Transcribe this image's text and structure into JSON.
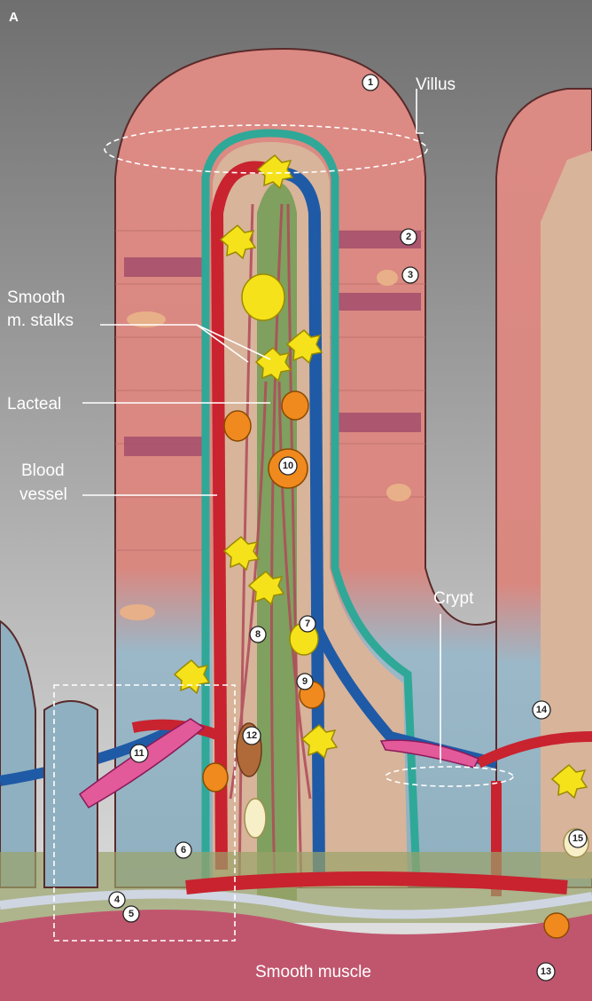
{
  "panel_letter": "A",
  "labels": {
    "villus": "Villus",
    "smooth_stalks_1": "Smooth",
    "smooth_stalks_2": "m. stalks",
    "lacteal": "Lacteal",
    "blood_vessel_1": "Blood",
    "blood_vessel_2": "vessel",
    "crypt": "Crypt",
    "smooth_muscle": "Smooth muscle"
  },
  "markers": [
    "1",
    "2",
    "3",
    "4",
    "5",
    "6",
    "7",
    "8",
    "9",
    "10",
    "11",
    "12",
    "13",
    "14",
    "15"
  ],
  "colors": {
    "background": "#8a8a8a",
    "epithelium": "#d9837e",
    "crypt_epithelium": "#8fb3c4",
    "connective": "#d8b49a",
    "lacteal": "#7fa05e",
    "artery": "#c8232f",
    "vein": "#1f5aa6",
    "muscle": "#c0566e",
    "immune_yellow": "#f5e21a",
    "immune_orange": "#f08a1e"
  }
}
